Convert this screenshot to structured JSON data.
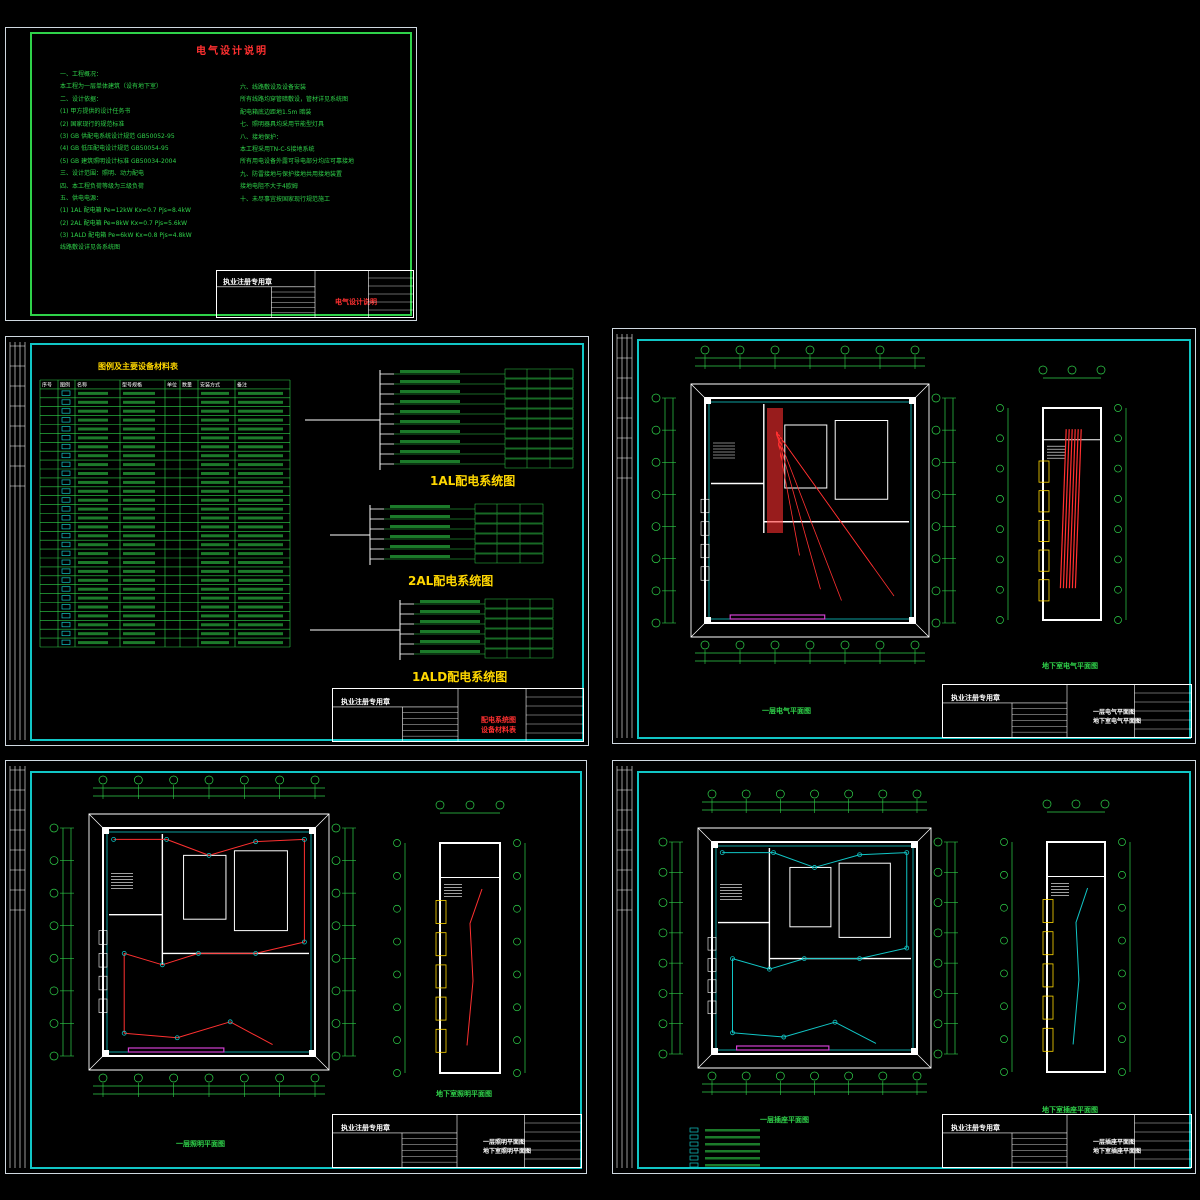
{
  "sheet1": {
    "title": "电气设计说明",
    "left_notes": [
      "一、工程概况：",
      "本工程为一层单体建筑（设有地下室）",
      "二、设计依据：",
      "(1) 甲方提供的设计任务书",
      "(2) 国家现行的规范标准",
      "(3) GB 供配电系统设计规范 GB50052-95",
      "(4) GB 低压配电设计规范 GB50054-95",
      "(5) GB 建筑照明设计标准 GB50034-2004",
      "三、设计范围：照明、动力配电",
      "四、本工程负荷等级为三级负荷",
      "五、供电电源：",
      "(1) 1AL 配电箱 Pe=12kW Kx=0.7 Pjs=8.4kW",
      "(2) 2AL 配电箱 Pe=8kW Kx=0.7 Pjs=5.6kW",
      "(3) 1ALD 配电箱 Pe=6kW Kx=0.8 Pjs=4.8kW",
      "线路敷设详见各系统图"
    ],
    "right_notes": [
      "六、线路敷设及设备安装",
      "所有线路均穿管暗敷设，管材详见系统图",
      "配电箱底边距地1.5m 暗装",
      "七、照明器具均采用节能型灯具",
      "八、接地保护：",
      "本工程采用TN-C-S接地系统",
      "所有用电设备外露可导电部分均应可靠接地",
      "九、防雷接地与保护接地共用接地装置",
      "接地电阻不大于4欧姆",
      "十、未尽事宜按国家现行规范施工"
    ],
    "title_block": {
      "label": "执业注册专用章",
      "drawing_name": "电气设计说明"
    }
  },
  "sheet2": {
    "table_title": "图例及主要设备材料表",
    "table_headers": [
      "序号",
      "图例",
      "名称",
      "型号规格",
      "单位",
      "数量",
      "安装方式",
      "备注"
    ],
    "row_count": 29,
    "systems": [
      {
        "name": "1AL配电系统图"
      },
      {
        "name": "2AL配电系统图"
      },
      {
        "name": "1ALD配电系统图"
      }
    ],
    "title_block": {
      "label": "执业注册专用章",
      "drawing_name": "配电系统图 设备材料表"
    }
  },
  "sheet3": {
    "plan_a": "一层电气平面图",
    "plan_b": "地下室电气平面图",
    "title_block": {
      "label": "执业注册专用章",
      "drawing_name": "一层电气平面图 地下室电气平面图"
    }
  },
  "sheet4": {
    "plan_a": "一层照明平面图",
    "plan_b": "地下室照明平面图",
    "title_block": {
      "label": "执业注册专用章",
      "drawing_name": "一层照明平面图 地下室照明平面图"
    }
  },
  "sheet5": {
    "plan_a": "一层插座平面图",
    "plan_b": "地下室插座平面图",
    "title_block": {
      "label": "执业注册专用章",
      "drawing_name": "一层插座平面图 地下室插座平面图"
    }
  },
  "colors": {
    "frame": "#11c6c6",
    "text": "#2fd24a",
    "wiring": "#ff3030",
    "title": "#ff3030",
    "highlight": "#ffd700",
    "magenta": "#d040d0"
  }
}
